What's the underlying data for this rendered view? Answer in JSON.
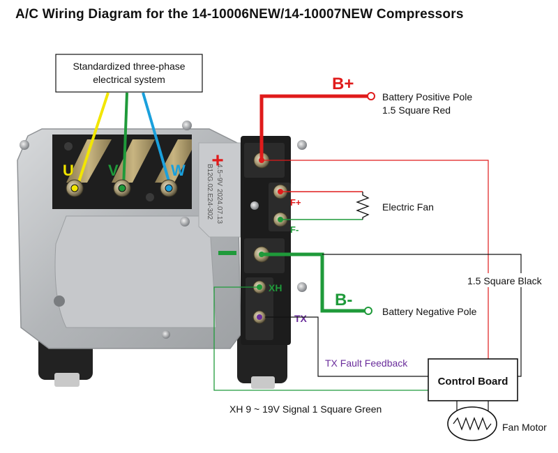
{
  "title": "A/C Wiring Diagram for the 14-10006NEW/14-10007NEW Compressors",
  "three_phase_box": {
    "line1": "Standardized three-phase",
    "line2": "electrical system"
  },
  "phases": {
    "u": "U",
    "v": "V",
    "w": "W"
  },
  "terminals": {
    "plus": "+",
    "minus": "—",
    "fan_plus": "F+",
    "fan_minus": "F-",
    "xh": "XH",
    "tx": "TX"
  },
  "engraving": {
    "line1": "B12G.02.E24-302",
    "line2": "4.5~9V",
    "line3": "2024.07.13"
  },
  "labels": {
    "b_plus": "B+",
    "b_minus": "B-",
    "battery_positive_line1": "Battery Positive Pole",
    "battery_positive_line2": "1.5 Square Red",
    "electric_fan": "Electric Fan",
    "square_black": "1.5 Square Black",
    "battery_negative": "Battery Negative Pole",
    "tx_feedback": "TX Fault Feedback",
    "control_board": "Control Board",
    "xh_signal": "XH 9 ~ 19V Signal 1 Square Green",
    "fan_motor": "Fan Motor"
  },
  "colors": {
    "red": "#e01b1b",
    "green": "#1f9a3a",
    "yellow": "#f2e600",
    "blue": "#1aa0dc",
    "purple": "#6a2d9b",
    "housing": "#b9bcbf",
    "dark": "#1b1b1b"
  },
  "icons": [
    "screw-icon",
    "resistor-icon",
    "fan-motor-icon",
    "terminal-ring-icon"
  ]
}
